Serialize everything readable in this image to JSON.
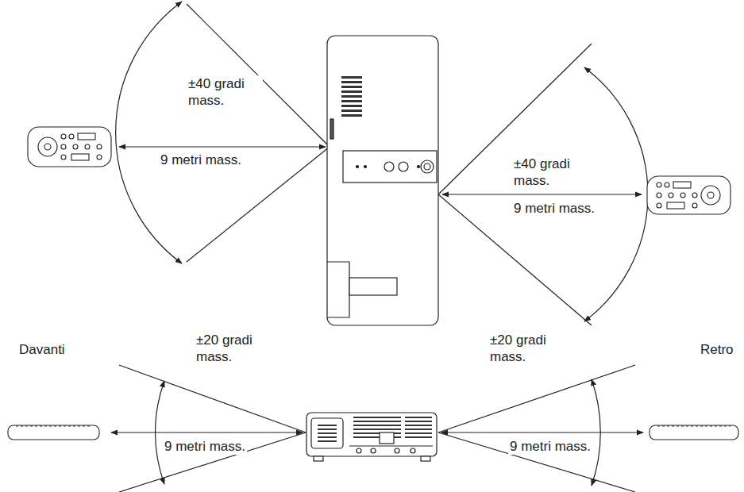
{
  "diagram": {
    "labels": [
      "±40 gradi mass.",
      "9 metri mass.",
      "±40 gradi mass.",
      "9 metri mass.",
      "Davanti",
      "Retro",
      "±20 gradi mass.",
      "±20 gradi mass.",
      "9 metri mass.",
      "9 metri mass."
    ]
  }
}
